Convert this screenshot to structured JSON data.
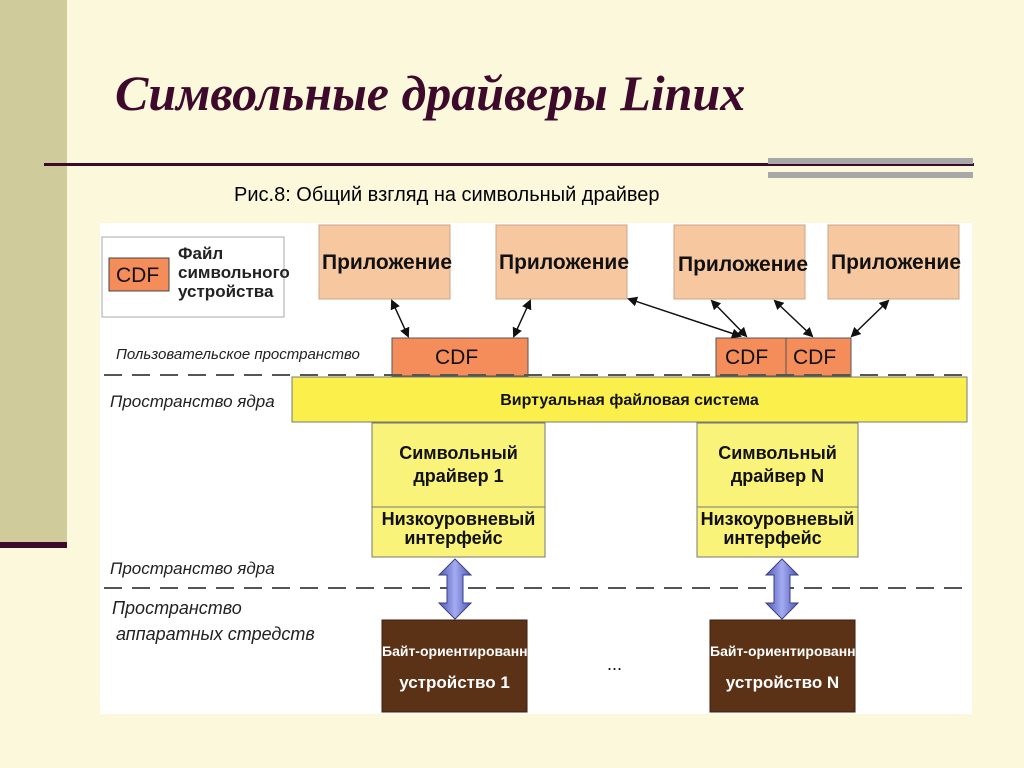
{
  "slide": {
    "title": "Символьные драйверы Linux",
    "caption": "Рис.8: Общий взгляд на символьный драйвер"
  },
  "diagram": {
    "legend": {
      "cdf": "CDF",
      "text_line1": "Файл",
      "text_line2": "символьного",
      "text_line3": "устройства"
    },
    "applications": [
      "Приложение",
      "Приложение",
      "Приложение",
      "Приложение"
    ],
    "cdf_boxes": [
      "CDF",
      "CDF",
      "CDF"
    ],
    "spaces": {
      "user": "Пользовательское пространство",
      "kernel_top": "Пространство ядра",
      "kernel_bottom": "Пространство ядра",
      "hardware_line1": "Пространство",
      "hardware_line2": "аппаратных стредств"
    },
    "vfs": "Виртуальная файловая система",
    "drivers": [
      {
        "title1": "Символьный",
        "title2": "драйвер 1",
        "low1": "Низкоуровневый",
        "low2": "интерфейс"
      },
      {
        "title1": "Символьный",
        "title2": "драйвер N",
        "low1": "Низкоуровневый",
        "low2": "интерфейс"
      }
    ],
    "devices": [
      {
        "line1": "Байт-ориентированное",
        "line2": "устройство 1"
      },
      {
        "line1": "Байт-ориентированное",
        "line2": "устройство N"
      }
    ],
    "ellipsis": "...",
    "colors": {
      "app_fill": "#f7c8a0",
      "cdf_fill": "#f58d5a",
      "vfs_fill": "#fbf04b",
      "driver_fill": "#f9f37a",
      "device_fill": "#5c3216",
      "arrow_fill": "#7c86d6"
    }
  }
}
